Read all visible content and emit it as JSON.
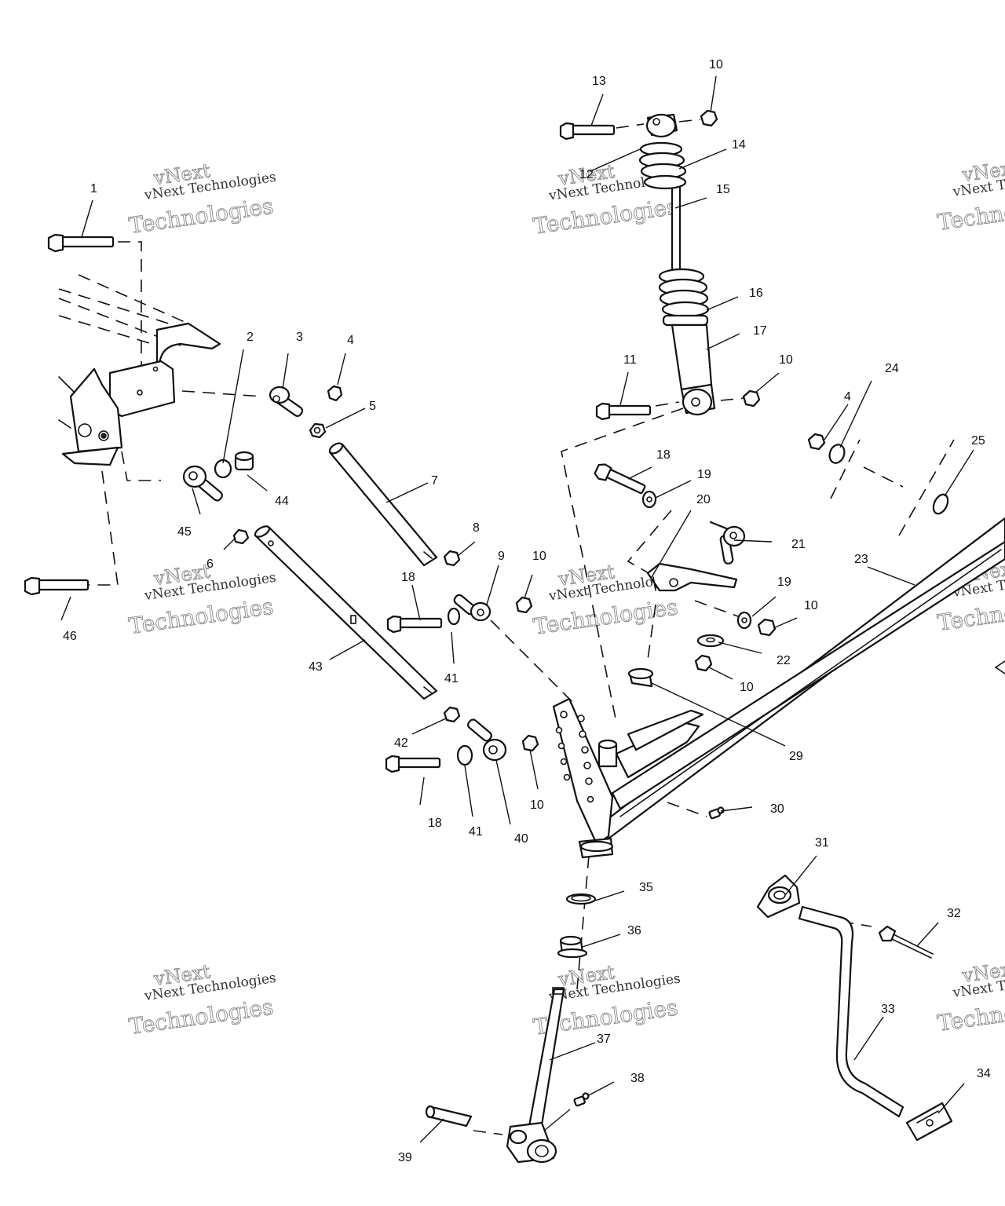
{
  "diagram": {
    "watermark": {
      "brand": "vNext",
      "line1": "vNext Technologies",
      "line2": "Technologies"
    },
    "callouts": {
      "c1": "1",
      "c2": "2",
      "c3": "3",
      "c4a": "4",
      "c4b": "4",
      "c5": "5",
      "c6": "6",
      "c7": "7",
      "c8": "8",
      "c9": "9",
      "c10a": "10",
      "c10b": "10",
      "c10c": "10",
      "c10d": "10",
      "c10e": "10",
      "c10f": "10",
      "c11": "11",
      "c12": "12",
      "c13": "13",
      "c14": "14",
      "c15": "15",
      "c16": "16",
      "c17": "17",
      "c18a": "18",
      "c18b": "18",
      "c18c": "18",
      "c19a": "19",
      "c19b": "19",
      "c20": "20",
      "c21": "21",
      "c22": "22",
      "c23": "23",
      "c24": "24",
      "c25": "25",
      "c29": "29",
      "c30": "30",
      "c31": "31",
      "c32": "32",
      "c33": "33",
      "c34": "34",
      "c35": "35",
      "c36": "36",
      "c37": "37",
      "c38": "38",
      "c39": "39",
      "c40": "40",
      "c41a": "41",
      "c41b": "41",
      "c42": "42",
      "c43": "43",
      "c44": "44",
      "c45": "45",
      "c46": "46"
    }
  }
}
